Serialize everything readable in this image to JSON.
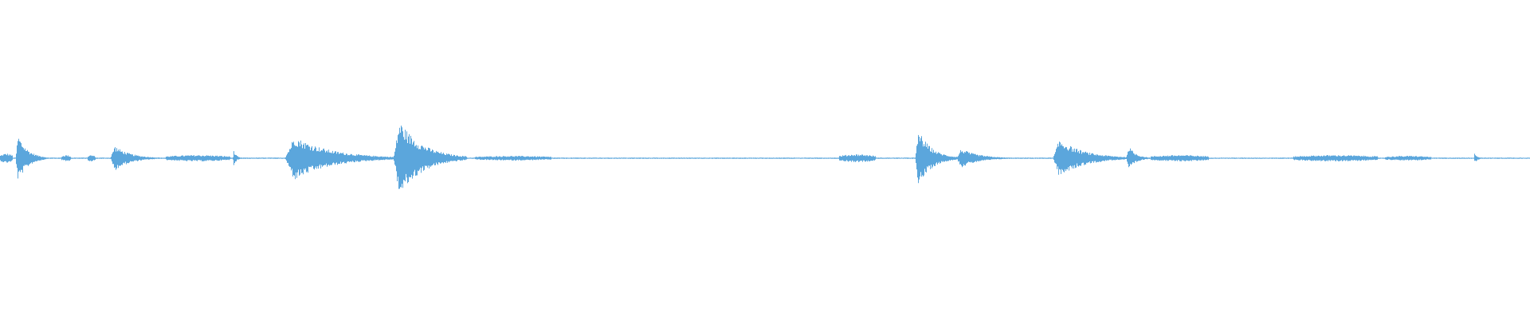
{
  "waveform": {
    "color": "#5ba6dc",
    "background": "#ffffff",
    "baseline_amplitude": 0.004,
    "segments": [
      {
        "start": 0.0,
        "end": 0.008,
        "peak": 0.03,
        "shape": "flat"
      },
      {
        "start": 0.01,
        "end": 0.03,
        "peak": 0.15,
        "shape": "attack"
      },
      {
        "start": 0.04,
        "end": 0.046,
        "peak": 0.02,
        "shape": "flat"
      },
      {
        "start": 0.057,
        "end": 0.062,
        "peak": 0.02,
        "shape": "flat"
      },
      {
        "start": 0.072,
        "end": 0.105,
        "peak": 0.08,
        "shape": "attack"
      },
      {
        "start": 0.108,
        "end": 0.15,
        "peak": 0.02,
        "shape": "flat"
      },
      {
        "start": 0.152,
        "end": 0.158,
        "peak": 0.05,
        "shape": "attack"
      },
      {
        "start": 0.186,
        "end": 0.262,
        "peak": 0.14,
        "shape": "attack"
      },
      {
        "start": 0.257,
        "end": 0.305,
        "peak": 0.24,
        "shape": "attack"
      },
      {
        "start": 0.31,
        "end": 0.36,
        "peak": 0.015,
        "shape": "flat"
      },
      {
        "start": 0.548,
        "end": 0.572,
        "peak": 0.025,
        "shape": "flat"
      },
      {
        "start": 0.598,
        "end": 0.625,
        "peak": 0.18,
        "shape": "attack"
      },
      {
        "start": 0.625,
        "end": 0.662,
        "peak": 0.06,
        "shape": "attack"
      },
      {
        "start": 0.688,
        "end": 0.74,
        "peak": 0.12,
        "shape": "attack"
      },
      {
        "start": 0.736,
        "end": 0.752,
        "peak": 0.08,
        "shape": "attack"
      },
      {
        "start": 0.752,
        "end": 0.79,
        "peak": 0.02,
        "shape": "flat"
      },
      {
        "start": 0.845,
        "end": 0.9,
        "peak": 0.02,
        "shape": "flat"
      },
      {
        "start": 0.905,
        "end": 0.935,
        "peak": 0.015,
        "shape": "flat"
      },
      {
        "start": 0.963,
        "end": 0.97,
        "peak": 0.03,
        "shape": "attack"
      }
    ]
  }
}
